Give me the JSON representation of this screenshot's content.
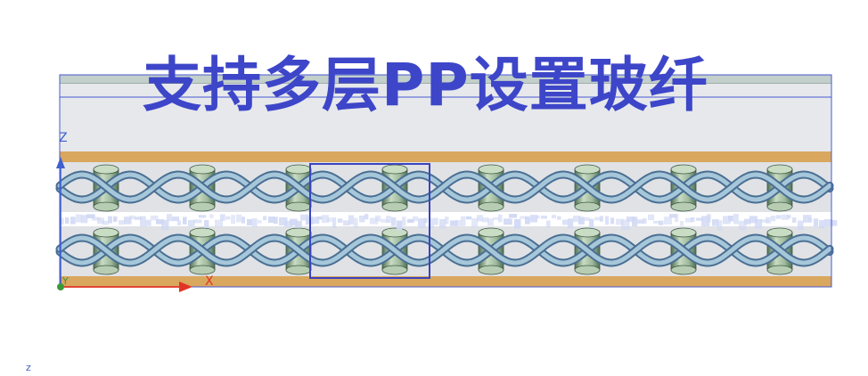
{
  "title": "支持多层PP设置玻纤",
  "axes": {
    "z_label": "Z",
    "x_label": "X",
    "y_label": "Y",
    "corner_label": "z"
  },
  "colors": {
    "title": "#3d46c8",
    "frame": "#4a5ad0",
    "selection_box": "#3a44c0",
    "resin": "#e0e2e6",
    "resin_top": "#e6e8ec",
    "cap_band": "#c2cfca",
    "copper": "#d9a75e",
    "fiber_light": "#a6c7da",
    "fiber_dark": "#4a6f92",
    "post_light": "#c9dcc4",
    "post_dark": "#4f6f55",
    "axis_x": "#e03525",
    "axis_z": "#3f5fd0",
    "axis_y": "#3a9a3a",
    "glitch": "#d0d8f4"
  },
  "icons": {
    "triad": "xyz-triad-icon"
  }
}
